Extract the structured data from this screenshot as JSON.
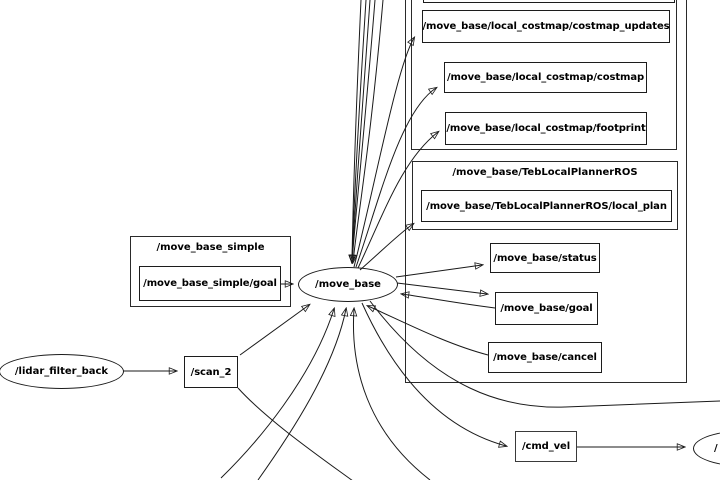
{
  "graph": {
    "nodes": {
      "move_base": {
        "label": "/move_base",
        "shape": "ellipse"
      },
      "lidar_filter_back": {
        "label": "/lidar_filter_back",
        "shape": "ellipse"
      },
      "right_partial_node": {
        "label": "/",
        "shape": "ellipse",
        "note": "clipped at right edge of screen"
      }
    },
    "groups": {
      "move_base_simple": {
        "label": "/move_base_simple"
      },
      "teb_local_planner": {
        "label": "/move_base/TebLocalPlannerROS"
      }
    },
    "topics": {
      "costmap_updates": {
        "label": "/move_base/local_costmap/costmap_updates"
      },
      "costmap": {
        "label": "/move_base/local_costmap/costmap"
      },
      "footprint": {
        "label": "/move_base/local_costmap/footprint"
      },
      "local_plan": {
        "label": "/move_base/TebLocalPlannerROS/local_plan"
      },
      "status": {
        "label": "/move_base/status"
      },
      "goal": {
        "label": "/move_base/goal"
      },
      "cancel": {
        "label": "/move_base/cancel"
      },
      "simple_goal": {
        "label": "/move_base_simple/goal"
      },
      "scan_2": {
        "label": "/scan_2"
      },
      "cmd_vel": {
        "label": "/cmd_vel"
      }
    },
    "edges": [
      {
        "from": "/lidar_filter_back",
        "to": "/scan_2"
      },
      {
        "from": "/scan_2",
        "to": "/move_base"
      },
      {
        "from": "/move_base_simple/goal",
        "to": "/move_base"
      },
      {
        "from": "offscreen-top",
        "to": "/move_base",
        "count": 5
      },
      {
        "from": "offscreen-bottom-left",
        "to": "/move_base",
        "count": 2
      },
      {
        "from": "offscreen-bottom",
        "to": "/move_base"
      },
      {
        "from": "/move_base/goal",
        "to": "/move_base"
      },
      {
        "from": "/move_base/cancel",
        "to": "/move_base"
      },
      {
        "from": "/move_base",
        "to": "/move_base/status"
      },
      {
        "from": "/move_base",
        "to": "/move_base/goal"
      },
      {
        "from": "/move_base",
        "to": "/move_base/local_costmap/costmap_updates"
      },
      {
        "from": "/move_base",
        "to": "/move_base/local_costmap/costmap"
      },
      {
        "from": "/move_base",
        "to": "/move_base/local_costmap/footprint"
      },
      {
        "from": "/move_base",
        "to": "/move_base/TebLocalPlannerROS/local_plan"
      },
      {
        "from": "/move_base",
        "to": "/cmd_vel"
      },
      {
        "from": "/move_base",
        "to": "offscreen-right"
      },
      {
        "from": "/scan_2",
        "to": "offscreen-bottom"
      },
      {
        "from": "/cmd_vel",
        "to": "right-partial-node"
      }
    ],
    "colors": {
      "edge": "#1a1a1a",
      "border": "#1c1c1c",
      "background": "#ffffff",
      "text": "#000000"
    }
  }
}
